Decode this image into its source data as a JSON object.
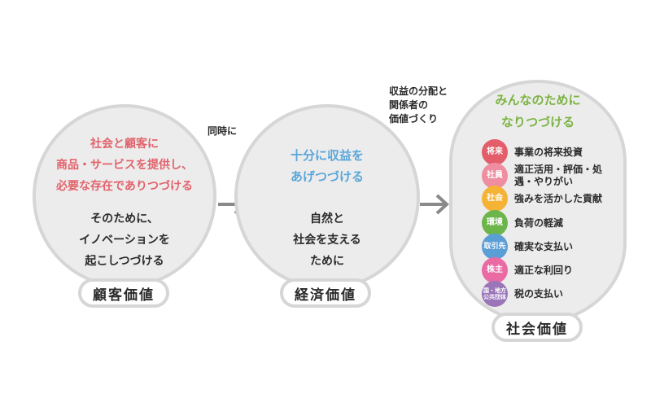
{
  "customer": {
    "headline": [
      "社会と顧客に",
      "商品・サービスを提供し、",
      "必要な存在でありつづける"
    ],
    "body": [
      "そのために、",
      "イノベーションを",
      "起こしつづける"
    ],
    "label": "顧客価値"
  },
  "connector1": {
    "note": "同時に"
  },
  "economic": {
    "headline": [
      "十分に収益を",
      "あげつづける"
    ],
    "body": [
      "自然と",
      "社会を支える",
      "ために"
    ],
    "label": "経済価値"
  },
  "connector2": {
    "note": [
      "収益の分配と",
      "関係者の",
      "価値づくり"
    ]
  },
  "social": {
    "headline": [
      "みんなのために",
      "なりつづける"
    ],
    "items": [
      {
        "badge": "将来",
        "text": "事業の将来投資",
        "color": "#e35d6a"
      },
      {
        "badge": "社員",
        "text": "適正活用・評価・処遇・やりがい",
        "color": "#ee8ea0"
      },
      {
        "badge": "社会",
        "text": "強みを活かした貢献",
        "color": "#f5b335"
      },
      {
        "badge": "環境",
        "text": "負荷の軽減",
        "color": "#6cb54a"
      },
      {
        "badge": "取引先",
        "text": "確実な支払い",
        "color": "#5a9ed6"
      },
      {
        "badge": "株主",
        "text": "適正な利回り",
        "color": "#ea6aa4"
      },
      {
        "badge": "国・地方公共団体",
        "text": "税の支払い",
        "color": "#9a76b8"
      }
    ],
    "label": "社会価値"
  },
  "colors": {
    "customer_headline": "#e2626b",
    "economic_headline": "#5aa6d9",
    "social_headline": "#7cb342",
    "arrow": "#8a8a8a"
  }
}
